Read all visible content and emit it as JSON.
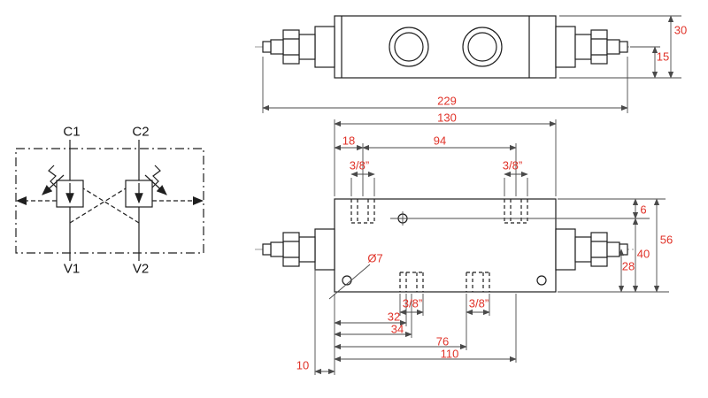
{
  "colors": {
    "background": "#ffffff",
    "line": "#1f1f1f",
    "dimension_line": "#4a4a4a",
    "dimension_text": "#e03228"
  },
  "schematic": {
    "ports": {
      "c1": "C1",
      "c2": "C2",
      "v1": "V1",
      "v2": "V2"
    }
  },
  "side_view_dims": {
    "height_total": "30",
    "height_half": "15"
  },
  "plan_view_dims": {
    "overall_length": "229",
    "body_length": "130",
    "port_offset": "18",
    "port_spacing": "94",
    "top_port_left_thread": "3/8”",
    "top_port_right_thread": "3/8”",
    "hole_offset_from_top": "6",
    "body_width": "56",
    "hole_to_bottom": "40",
    "centerline_to_bottom": "28",
    "mount_hole_diameter": "Ø7",
    "bottom_offset_32": "32",
    "bottom_offset_34": "34",
    "bottom_port_left_thread": "3/8”",
    "bottom_port_right_thread": "3/8”",
    "bottom_offset_76": "76",
    "bottom_offset_110": "110",
    "flange_offset": "10"
  }
}
